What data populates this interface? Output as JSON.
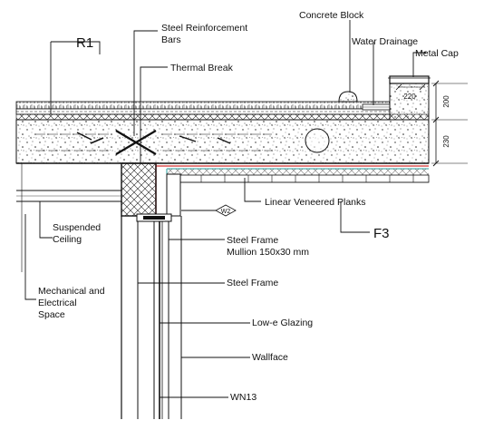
{
  "labels": {
    "r1": "R1",
    "steel_reinforcement_line1": "Steel Reinforcement",
    "steel_reinforcement_line2": "Bars",
    "thermal_break": "Thermal Break",
    "concrete_block": "Concrete Block",
    "water_drainage": "Water Drainage",
    "metal_cap": "Metal Cap",
    "linear_veneered_planks": "Linear Veneered Planks",
    "f3": "F3",
    "w2_tag": "W2",
    "suspended_ceiling_line1": "Suspended",
    "suspended_ceiling_line2": "Ceiling",
    "steel_frame_mullion_line1": "Steel Frame",
    "steel_frame_mullion_line2": "Mullion 150x30 mm",
    "steel_frame": "Steel Frame",
    "mech_line1": "Mechanical and",
    "mech_line2": "Electrical",
    "mech_line3": "Space",
    "low_e_glazing": "Low-e Glazing",
    "wallface": "Wallface",
    "wn13": "WN13"
  },
  "dimensions": {
    "cap_width": "220",
    "parapet_height": "200",
    "slab_depth": "230"
  },
  "colors": {
    "line": "#111111",
    "insulation_red": "#d33333",
    "membrane_teal": "#2a9d9d",
    "background": "#ffffff"
  }
}
